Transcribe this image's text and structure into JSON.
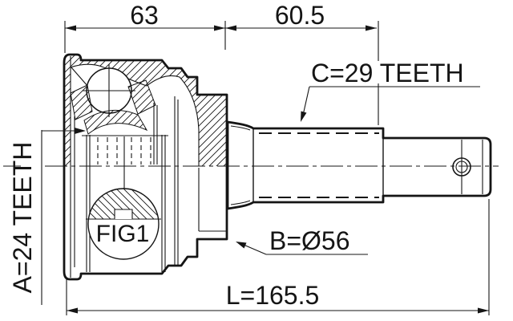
{
  "drawing": {
    "type": "cv-joint-outer-technical-drawing",
    "labels": {
      "dim_housing_width": "63",
      "dim_spline_length": "60.5",
      "dim_total_length": "L=165.5",
      "outer_spline_teeth": "C=29 TEETH",
      "inner_spline_teeth": "A=24 TEETH",
      "outer_diameter": "B=Ø56",
      "figure_label": "FIG1"
    },
    "colors": {
      "ink": "#151515",
      "paper": "#ffffff"
    }
  }
}
